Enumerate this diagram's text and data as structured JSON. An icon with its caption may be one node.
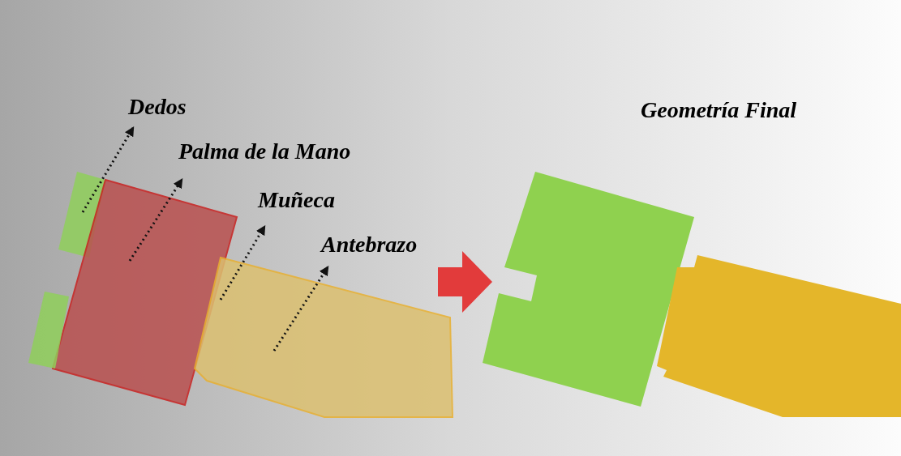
{
  "diagram": {
    "nodes": [
      {
        "text": [
          "Dedos"
        ]
      },
      {
        "text": [
          "Palma de la Mano"
        ]
      },
      {
        "text": [
          "Muñeca"
        ]
      },
      {
        "text": [
          "Antebrazo"
        ]
      },
      {
        "text": [],
        "shape": "box"
      },
      {
        "text": [],
        "shape": "box"
      },
      {
        "text": [],
        "shape": "box"
      },
      {
        "text": [],
        "shape": "box"
      }
    ],
    "edges": [
      {
        "from": 4,
        "to": 0,
        "arrow": "to",
        "style": "dashed"
      },
      {
        "from": 5,
        "to": 1,
        "arrow": "to",
        "style": "dashed"
      },
      {
        "from": 6,
        "to": 2,
        "arrow": "to",
        "style": "dashed"
      },
      {
        "from": 6,
        "to": 3,
        "arrow": "to",
        "style": "dashed"
      }
    ],
    "labels": [
      "Geometría Final"
    ]
  }
}
